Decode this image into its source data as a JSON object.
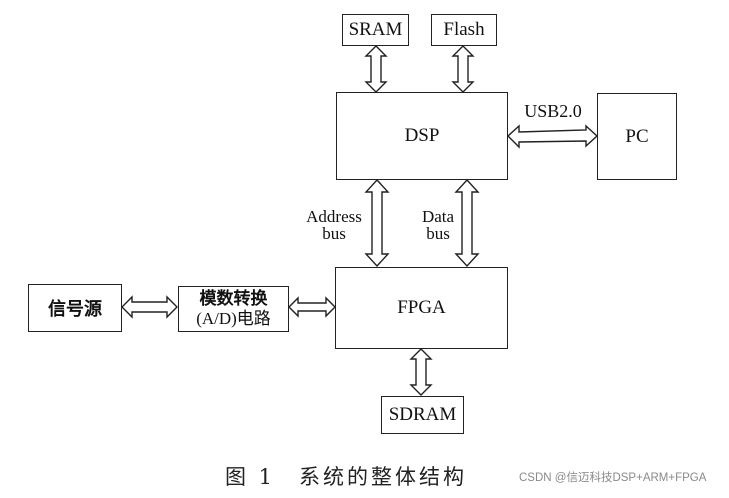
{
  "blocks": {
    "sram": "SRAM",
    "flash": "Flash",
    "dsp": "DSP",
    "pc": "PC",
    "fpga": "FPGA",
    "sdram": "SDRAM",
    "signal_source": "信号源",
    "adc_line1": "模数转换",
    "adc_line2": "(A/D)电路"
  },
  "links": {
    "usb": "USB2.0",
    "address_bus_line1": "Address",
    "address_bus_line2": "bus",
    "data_bus_line1": "Data",
    "data_bus_line2": "bus"
  },
  "caption": "图 1　系统的整体结构",
  "watermark": "CSDN @信迈科技DSP+ARM+FPGA"
}
